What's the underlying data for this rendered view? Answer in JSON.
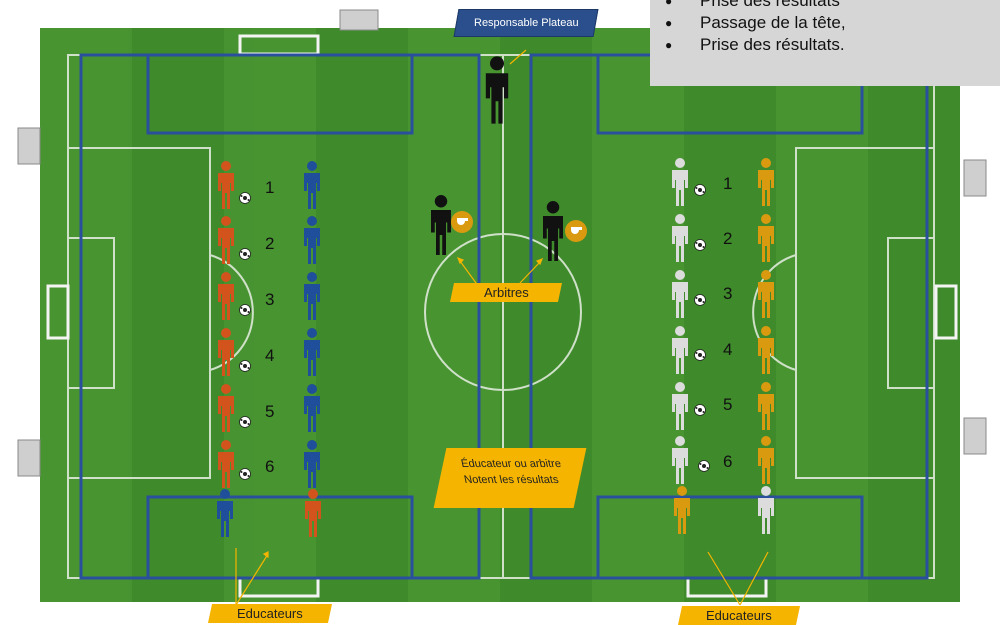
{
  "responsable_label": "Responsable Plateau",
  "notes": [
    "Prise des résultats",
    "Passage de la tête,",
    "Prise des résultats."
  ],
  "arbitres_label": "Arbitres",
  "educateur_note_line1": "Éducateur ou arbitre",
  "educateur_note_line2": "Notent les résultats",
  "educateurs_left": "Educateurs",
  "educateurs_right": "Educateurs",
  "row_numbers": [
    "1",
    "2",
    "3",
    "4",
    "5",
    "6"
  ],
  "colors": {
    "grass": "#3f8a2b",
    "grass_light": "#4c9a33",
    "blue_zone": "#2a4f9c",
    "orange_team": "#d2541c",
    "blue_team": "#1f4f9a",
    "white_team": "#dcdcdc",
    "gold_team": "#d99a10",
    "referee": "#111111",
    "label_bg": "#f5b400"
  }
}
